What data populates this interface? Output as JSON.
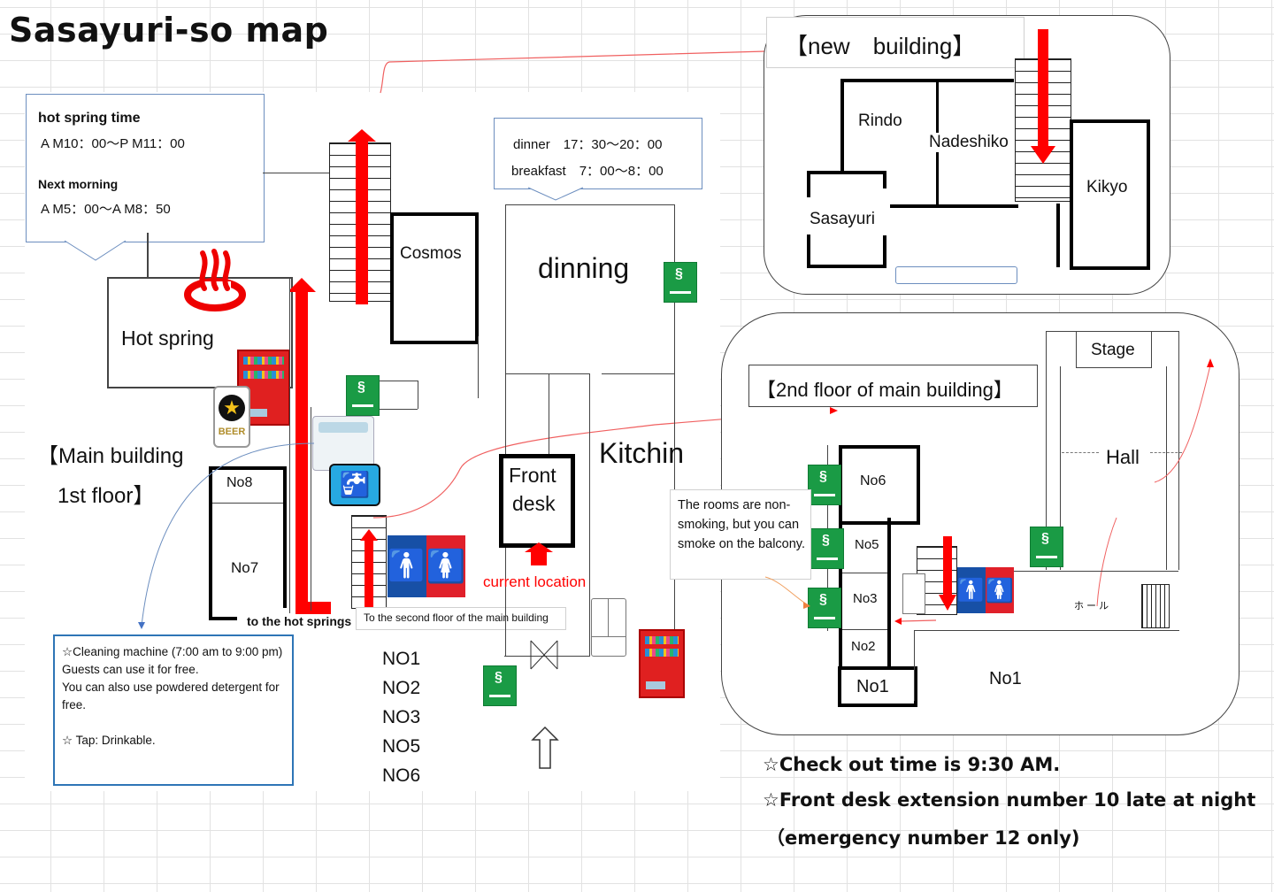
{
  "title": "Sasayuri-so map",
  "hot_spring_callout": {
    "heading": "hot spring time",
    "time1": "A M10：00～P M11：00",
    "heading2": "Next morning",
    "time2": "A M5：00～A M8：50"
  },
  "meal_callout": {
    "dinner": "dinner　17：30～20：00",
    "breakfast": "breakfast　7：00～8：00"
  },
  "main_building": {
    "label_line1": "【Main building",
    "label_line2": "1st floor】",
    "rooms": {
      "hot_spring": "Hot spring",
      "cosmos": "Cosmos",
      "dinning": "dinning",
      "kitchin": "Kitchin",
      "front_desk_line1": "Front",
      "front_desk_line2": "desk",
      "no8": "No8",
      "no7": "No7"
    },
    "current_location": "current location",
    "to_hot_springs": "to the hot springs",
    "to_second_floor": "To the second floor of the main building",
    "room_list": [
      "NO1",
      "NO2",
      "NO3",
      "NO5",
      "NO6"
    ],
    "beer_label": "BEER"
  },
  "cleaning_note": {
    "line1": "☆Cleaning machine (7:00 am to 9:00 pm)",
    "line2": "Guests can use it for free.",
    "line3": "You can also use powdered detergent for free.",
    "line4": "☆ Tap: Drinkable."
  },
  "new_building": {
    "label": "【new　building】",
    "rooms": [
      "Rindo",
      "Nadeshiko",
      "Sasayuri",
      "Kikyo"
    ]
  },
  "second_floor": {
    "label": "【2nd floor of main building】",
    "rooms": {
      "stage": "Stage",
      "hall": "Hall",
      "no6": "No6",
      "no5": "No5",
      "no3": "No3",
      "no2": "No2",
      "no1_small": "No1",
      "no1_large": "No1",
      "hall_jp": "ホ ー ル"
    },
    "smoking_note": "The rooms are non-smoking, but you can smoke on the balcony."
  },
  "footer_notes": {
    "checkout": "☆Check out time is 9:30 AM.",
    "extension": "☆Front desk extension number 10 late at night",
    "emergency": "（emergency number 12 only)"
  },
  "colors": {
    "arrow_red": "#ff0000",
    "smoking_green": "#1a9b45",
    "men_blue": "#1750a6",
    "women_red": "#e0202a",
    "tap_blue": "#27a9e1"
  }
}
